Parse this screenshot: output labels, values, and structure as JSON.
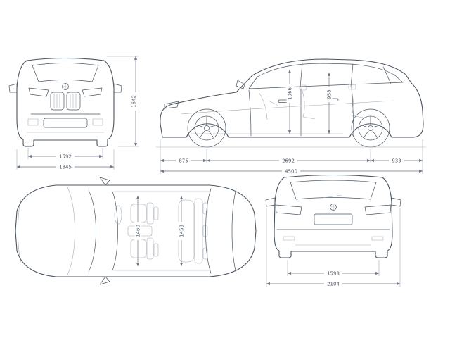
{
  "diagram": {
    "title": "vehicle-dimensions-drawing",
    "views": {
      "front": "front-view",
      "side": "side-view",
      "top": "top-view",
      "rear": "rear-view"
    },
    "line_color": "#4a5560",
    "dimension_color": "#6b7280"
  },
  "dimensions": {
    "front_view": {
      "track_width": "1592",
      "overall_width": "1845",
      "overall_height": "1642"
    },
    "side_view": {
      "front_overhang": "875",
      "wheelbase": "2692",
      "rear_overhang": "933",
      "overall_length": "4500",
      "front_interior_height": "1066",
      "rear_interior_height": "958"
    },
    "top_view": {
      "front_interior_width": "1460",
      "rear_interior_width": "1458"
    },
    "rear_view": {
      "track_width": "1593",
      "width_incl_mirrors": "2104"
    }
  }
}
